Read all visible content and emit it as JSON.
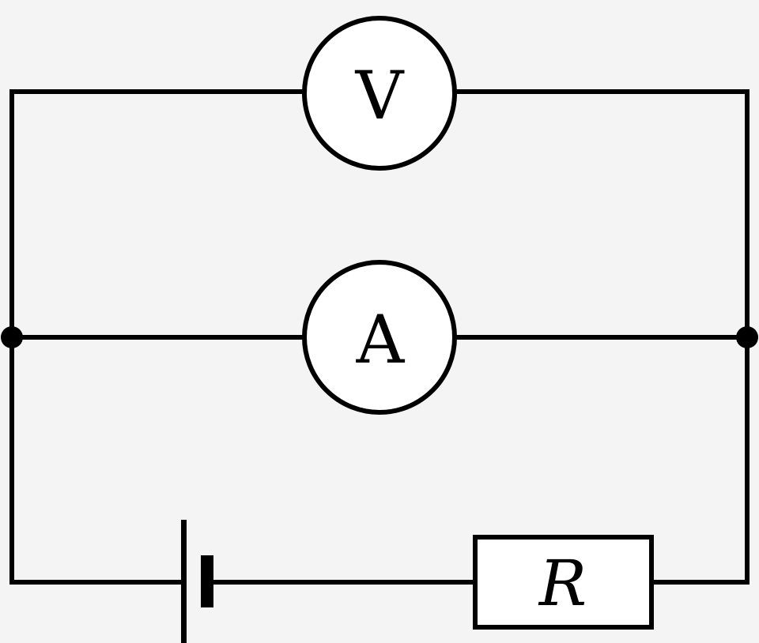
{
  "diagram": {
    "voltmeter": {
      "label": "V"
    },
    "ammeter": {
      "label": "A"
    },
    "resistor": {
      "label": "R"
    },
    "battery": {
      "icon": "battery-icon"
    },
    "junctions": [
      "junction-left",
      "junction-right"
    ],
    "colors": {
      "line": "#000000",
      "background": "#f4f4f4"
    }
  }
}
